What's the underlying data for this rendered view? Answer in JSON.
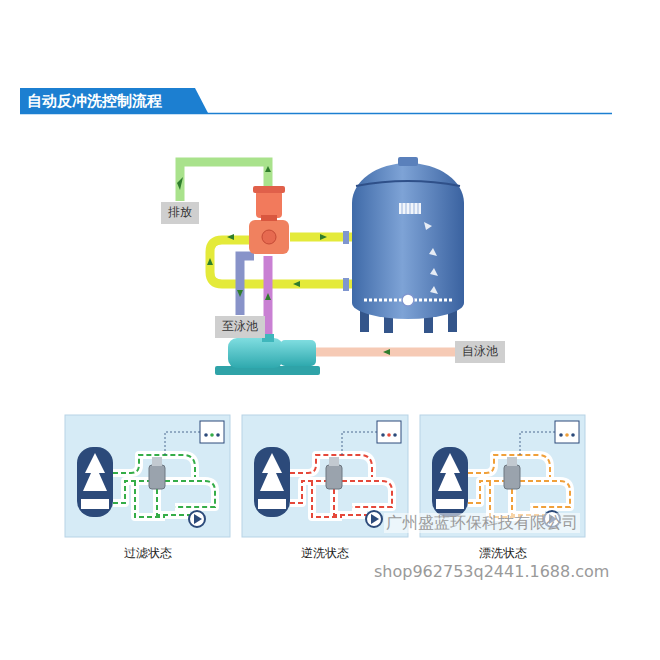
{
  "diagram": {
    "title": "自动反冲洗控制流程",
    "nodes": [
      {
        "text": [
          "排放"
        ]
      },
      {
        "text": [
          "至泳池"
        ]
      },
      {
        "text": [
          "自泳池"
        ]
      },
      {
        "text": [
          "过滤状态"
        ]
      },
      {
        "text": [
          "逆洗状态"
        ]
      },
      {
        "text": [
          "漂洗状态"
        ]
      }
    ],
    "labels": [
      "广州盛蓝环保科技有限公司",
      "shop962753q2441.1688.com"
    ]
  }
}
